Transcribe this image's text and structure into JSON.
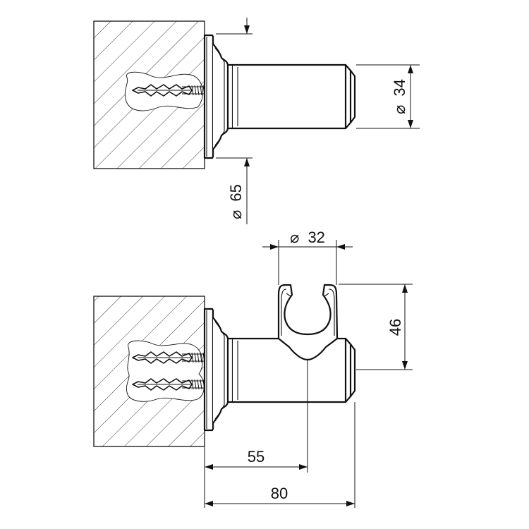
{
  "dimensions": {
    "top_outlet_diameter": "34",
    "flange_diameter": "65",
    "holder_diameter": "32",
    "holder_height": "46",
    "holder_projection": "55",
    "total_projection": "80"
  },
  "diameter_symbol": "⌀"
}
